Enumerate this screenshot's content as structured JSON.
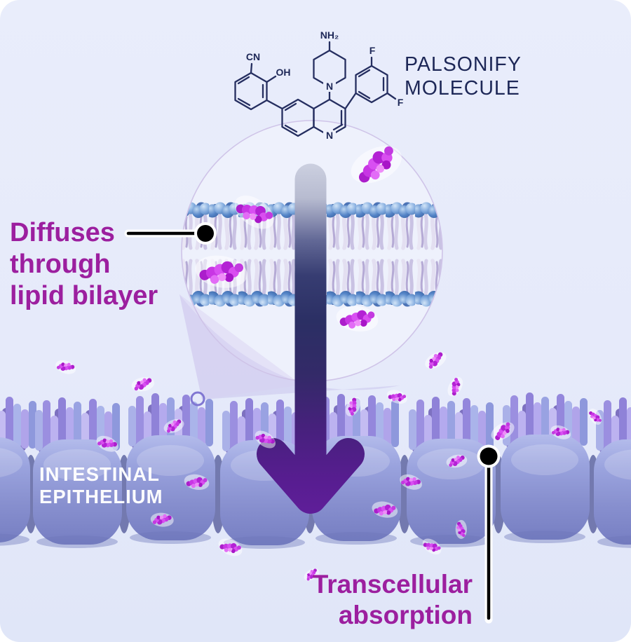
{
  "canvas": {
    "background_color": "#e7ebfa",
    "corner_radius": 28
  },
  "molecule_panel": {
    "name_line1": "PALSONIFY",
    "name_line2": "MOLECULE",
    "name_color": "#1d2757",
    "atom_labels": {
      "cn": "CN",
      "oh": "OH",
      "nh2": "NH₂",
      "n_piperidine": "N",
      "n_quinoline": "N",
      "f_top": "F",
      "f_bottom": "F"
    }
  },
  "callouts": {
    "diffuses": {
      "lines": [
        "Diffuses",
        "through",
        "lipid bilayer"
      ],
      "color": "#9c1f9f"
    },
    "epithelium": {
      "lines": [
        "INTESTINAL",
        "EPITHELIUM"
      ],
      "color": "#ffffff"
    },
    "transcellular": {
      "lines": [
        "Transcellular",
        "absorption"
      ],
      "color": "#9c1f9f"
    }
  },
  "scene": {
    "arrow_gradient_top": "#ccd0e0",
    "arrow_gradient_mid": "#2b2f64",
    "arrow_gradient_bottom": "#5f1e99",
    "lipid_head_color": "#5585c8",
    "lipid_tail_color": "#e3dff1",
    "cell_color": "#8b95d2",
    "microvilli_color": "#a89fe8",
    "drug_molecule_color": "#c838e4",
    "pointer_color": "#000000"
  }
}
